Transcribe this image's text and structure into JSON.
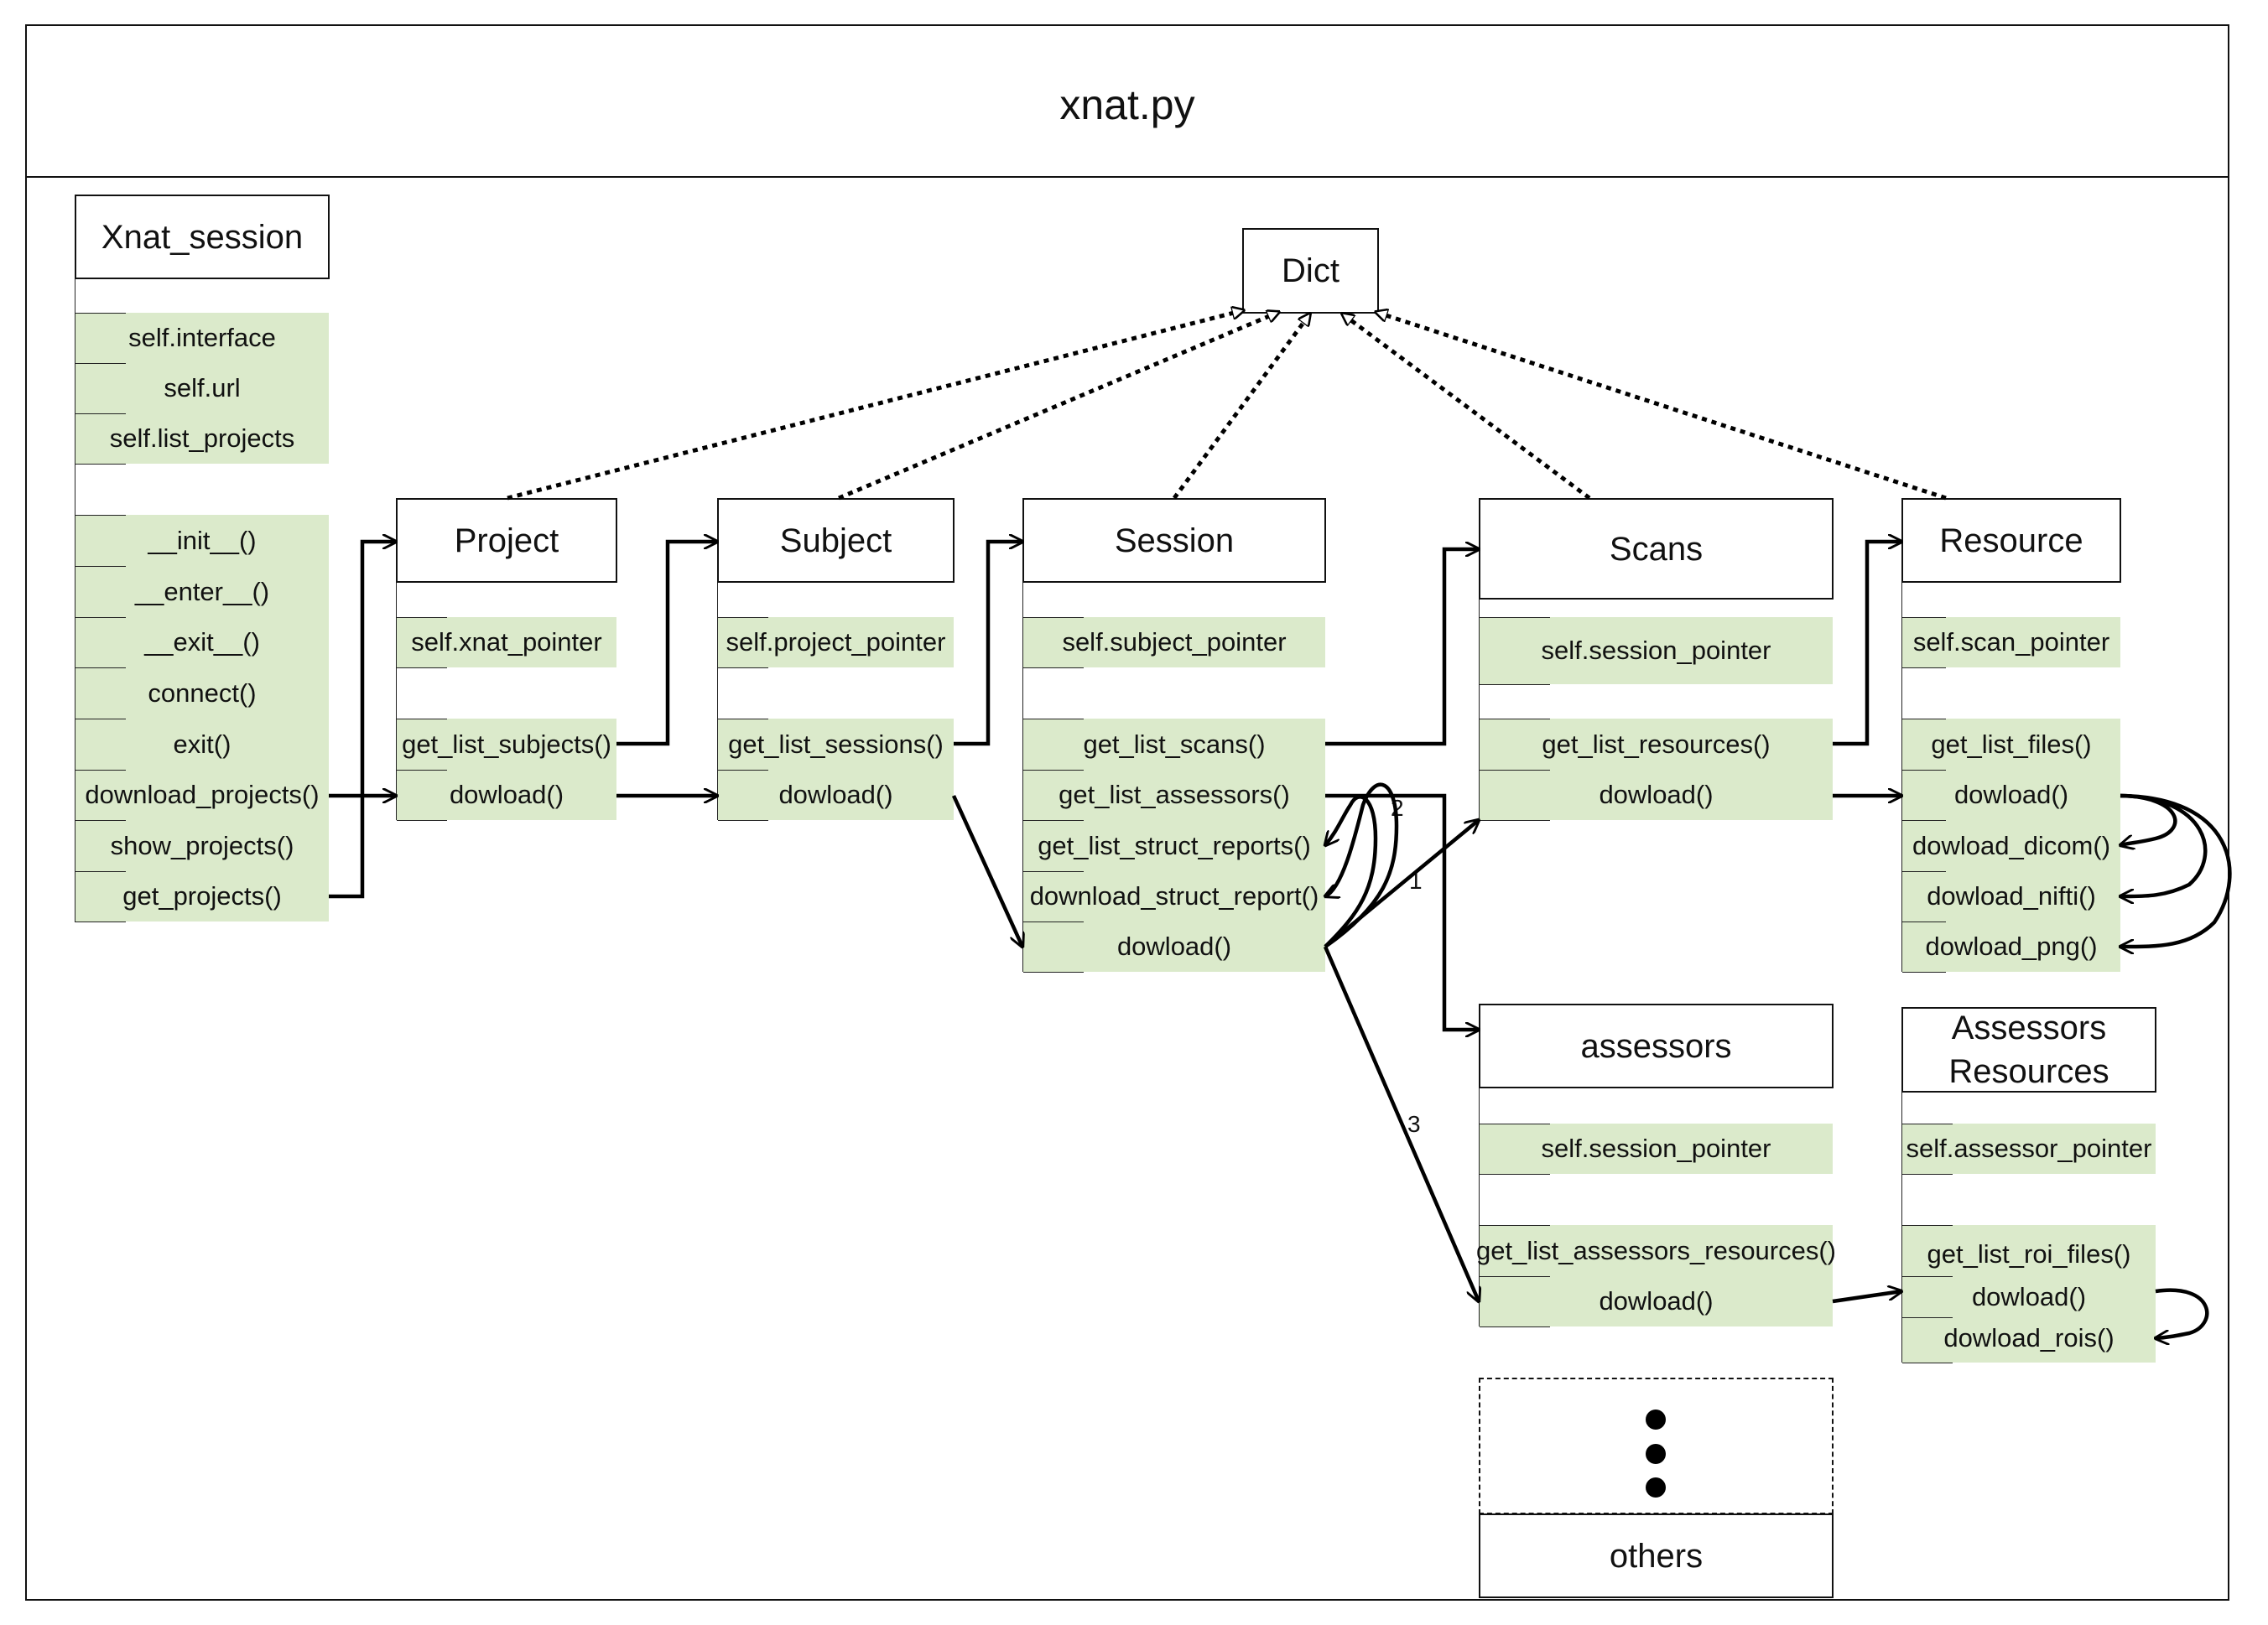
{
  "title": "xnat.py",
  "dict": {
    "label": "Dict"
  },
  "classes": {
    "xnat_session": {
      "label": "Xnat_session",
      "attributes": [
        "self.interface",
        "self.url",
        "self.list_projects"
      ],
      "methods": [
        "__init__()",
        "__enter__()",
        "__exit__()",
        "connect()",
        "exit()",
        "download_projects()",
        "show_projects()",
        "get_projects()"
      ]
    },
    "project": {
      "label": "Project",
      "attributes": [
        "self.xnat_pointer"
      ],
      "methods": [
        "get_list_subjects()",
        "dowload()"
      ]
    },
    "subject": {
      "label": "Subject",
      "attributes": [
        "self.project_pointer"
      ],
      "methods": [
        "get_list_sessions()",
        "dowload()"
      ]
    },
    "session": {
      "label": "Session",
      "attributes": [
        "self.subject_pointer"
      ],
      "methods": [
        "get_list_scans()",
        "get_list_assessors()",
        "get_list_struct_reports()",
        "download_struct_report()",
        "dowload()"
      ]
    },
    "scans": {
      "label": "Scans",
      "attributes": [
        "self.session_pointer"
      ],
      "methods": [
        "get_list_resources()",
        "dowload()"
      ]
    },
    "resource": {
      "label": "Resource",
      "attributes": [
        "self.scan_pointer"
      ],
      "methods": [
        "get_list_files()",
        "dowload()",
        "dowload_dicom()",
        "dowload_nifti()",
        "dowload_png()"
      ]
    },
    "assessors": {
      "label": "assessors",
      "attributes": [
        "self.session_pointer"
      ],
      "methods": [
        "get_list_assessors_resources()",
        "dowload()"
      ]
    },
    "assessors_resources": {
      "label_line1": "Assessors",
      "label_line2": "Resources",
      "attributes": [
        "self.assessor_pointer"
      ],
      "methods": [
        "get_list_roi_files()",
        "dowload()",
        "dowload_rois()"
      ]
    },
    "others": {
      "label": "others"
    }
  },
  "edge_labels": [
    "1",
    "2",
    "3"
  ]
}
